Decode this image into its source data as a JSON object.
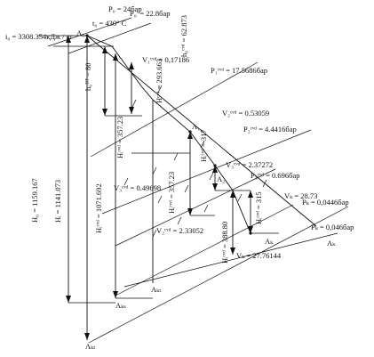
{
  "labels": {
    "p0": "P₀ = 24бар",
    "p0prime": "P₀' = 22.8бар",
    "t0": "t₀ = 430° С",
    "i0": "i₀ = 3308.354кДж / кг",
    "A0": "A₀",
    "V1_cvd": "V₁ᶜᵛᵈ = 0,17186",
    "dh_cvd": "h₀ᶜᵛᵈ = 62.873",
    "h_pp": "h₀ᴰᵀ = 80",
    "P1_cvd": "P₁ᶜᵛᵈ = 17.5686бар",
    "H_cvd": "Hᶜᵛᵈ = 293.663",
    "H_357_a": "Hᵢᶜᵛᵈ = 357.23",
    "V2_cvd": "V₂ᶜᵛᵈ = 0.53059",
    "P2_cvd": "P₂ᶜᵛᵈ = 4.4416бар",
    "A1": "A₁",
    "H_317": "Hᵢᶜᵛᵈ = 317",
    "V3_cvd": "V₃ᶜᵛᵈ = 2.37272",
    "P3_cvd": "P₃ᶜᵛᵈ = 0.696бар",
    "V_cvd_49": "V₃ᶜᵛᵈ = 0.49698",
    "H_357_b": "Hᵢᶜᵛᵈ = 357.23",
    "A2": "A₂",
    "Vk": "Vₖ = 28.73",
    "H_315": "Hᵢᶜᵛᵈ = 315",
    "V_cvd_233": "V₂ᶜᵛᵈ = 2.33052",
    "H_cvd_1071": "Hᵢᶜᵛᵈ = 1071.692",
    "H_388": "Hᵢᶜᵛᵈ = 388.80",
    "Ak": "Aₖ",
    "Pk_0446": "Pₖ = 0,0446бар",
    "Pk_046": "Pₖ = 0,046бар",
    "Vk_27": "Vₖ = 27.76144",
    "Ak_bottom": "Aₖ",
    "H_0": "H₀ = 1159.167",
    "H_i": "Hᵢ = 1141.073",
    "Akt": "Aₖₜ",
    "Aks": "Aₖₛ",
    "Akt2": "Aₖₜ"
  }
}
